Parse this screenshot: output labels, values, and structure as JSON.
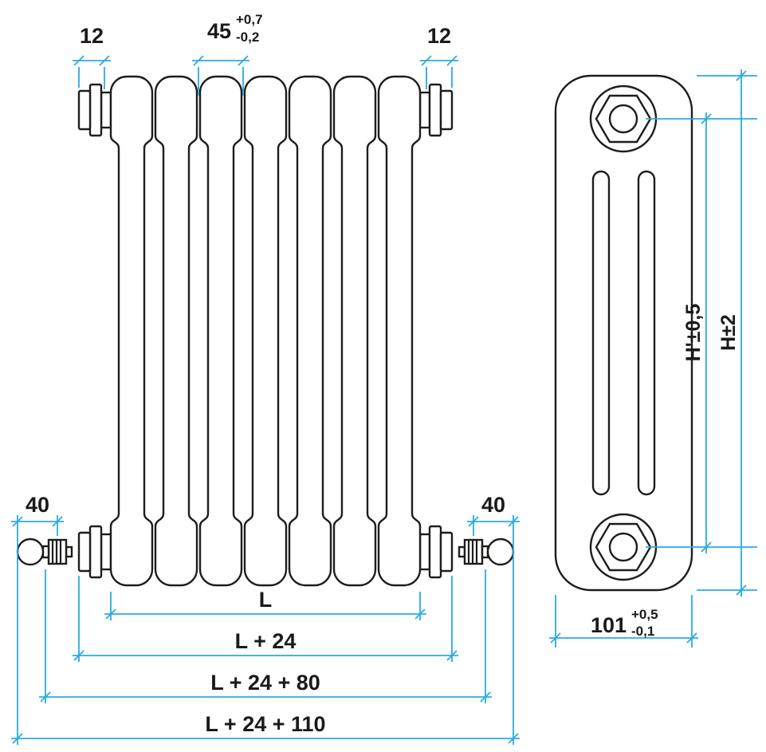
{
  "front_view": {
    "dims": {
      "cap_left": "12",
      "cap_right": "12",
      "pitch": "45",
      "pitch_tol_plus": "+0,7",
      "pitch_tol_minus": "-0,2",
      "valve_left": "40",
      "valve_right": "40",
      "length": "L",
      "length_plus_caps": "L + 24",
      "length_plus_valves": "L + 24 + 80",
      "length_overall": "L + 24 + 110"
    }
  },
  "side_view": {
    "dims": {
      "height_centres": "H'±0,5",
      "height_overall": "H±2",
      "depth": "101",
      "depth_tol_plus": "+0,5",
      "depth_tol_minus": "-0,1"
    }
  },
  "colors": {
    "drawing_line": "#1d1d1b",
    "dimension_line": "#29abe2",
    "text": "#1a1a1a"
  }
}
